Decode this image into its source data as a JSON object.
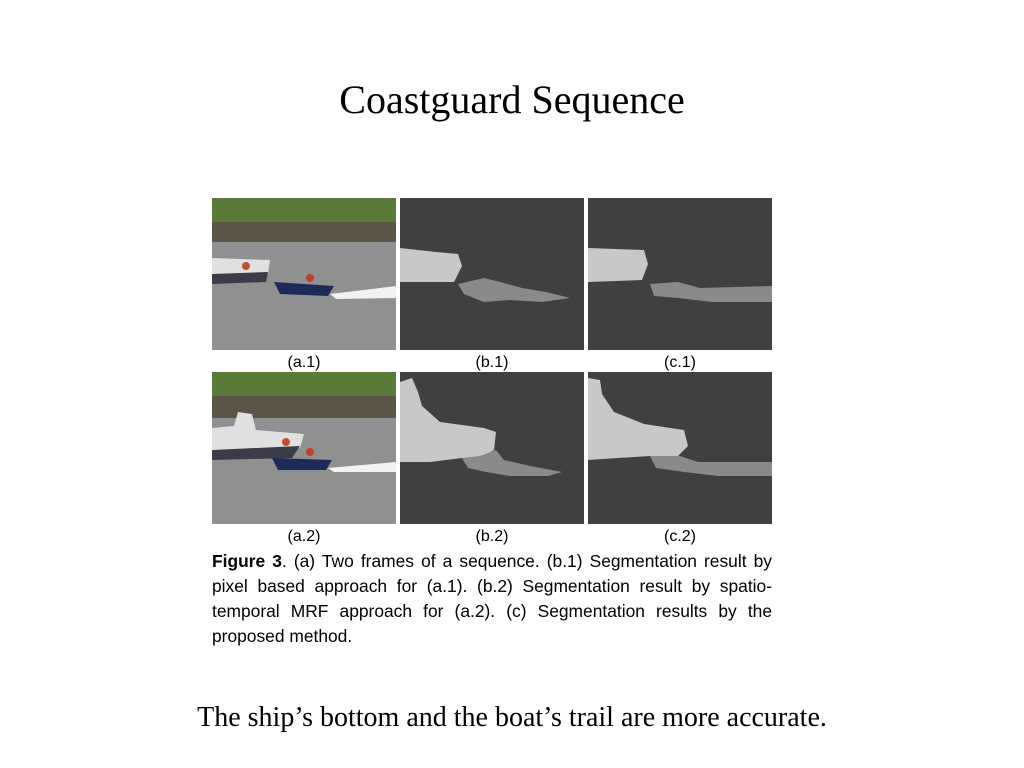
{
  "slide": {
    "title": "Coastguard Sequence",
    "footer": "The ship’s bottom and the boat’s trail are more accurate."
  },
  "figure": {
    "panel_labels": {
      "a1": "(a.1)",
      "b1": "(b.1)",
      "c1": "(c.1)",
      "a2": "(a.2)",
      "b2": "(b.2)",
      "c2": "(c.2)"
    },
    "caption": {
      "lead": "Figure 3",
      "text": ". (a) Two frames of a sequence. (b.1) Segmentation result by pixel based approach for (a.1). (b.2) Segmentation result by spatio-temporal MRF approach for (a.2). (c) Segmentation results by the proposed method."
    }
  },
  "colors": {
    "segment_background": "#404040",
    "segment_ship": "#c8c8c8",
    "segment_boat_trail": "#8a8a8a"
  }
}
